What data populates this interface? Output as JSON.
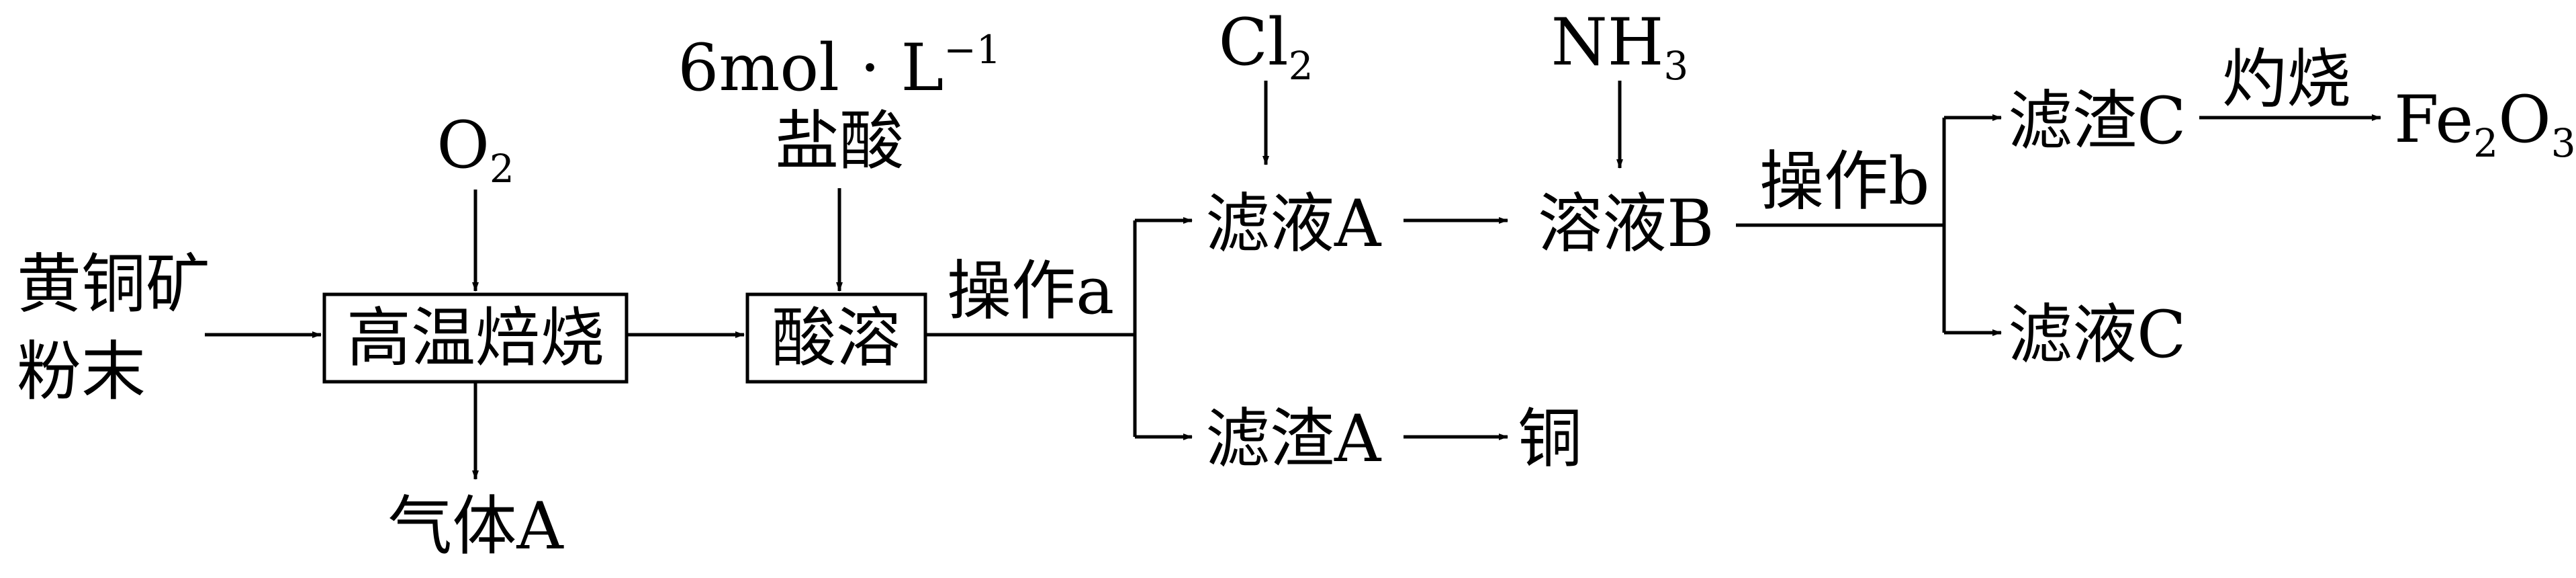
{
  "nodes": {
    "input_line1": "黄铜矿",
    "input_line2": "粉末",
    "roast": "高温焙烧",
    "gas_a": "气体A",
    "dissolve": "酸溶",
    "filtrate_a": "滤液A",
    "residue_a": "滤渣A",
    "copper": "铜",
    "solution_b": "溶液B",
    "residue_c": "滤渣C",
    "filtrate_c": "滤液C"
  },
  "reagents": {
    "o2": {
      "symbol": "O",
      "sub": "2"
    },
    "hcl": {
      "concentration": "6mol · L",
      "sup": "−1",
      "name": "盐酸"
    },
    "cl2": {
      "symbol": "Cl",
      "sub": "2"
    },
    "nh3": {
      "symbol": "NH",
      "sub": "3"
    }
  },
  "operations": {
    "a": "操作a",
    "b": "操作b",
    "calcine": "灼烧"
  },
  "products": {
    "fe2o3": {
      "fe": "Fe",
      "fe_sub": "2",
      "o": "O",
      "o_sub": "3"
    }
  }
}
